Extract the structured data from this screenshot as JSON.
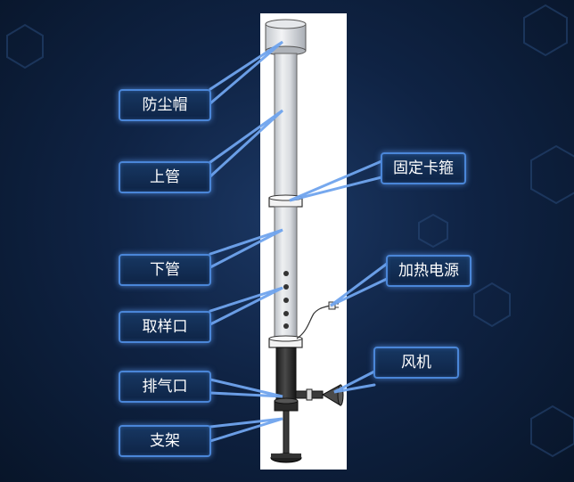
{
  "labels": {
    "dust_cap": "防尘帽",
    "upper_tube": "上管",
    "fixing_clamp": "固定卡箍",
    "lower_tube": "下管",
    "heating_power": "加热电源",
    "sampling_port": "取样口",
    "fan": "风机",
    "exhaust_port": "排气口",
    "stand": "支架"
  },
  "colors": {
    "background": "#0f2344",
    "callout_border": "#4a86d8",
    "leader_line": "#6fa4ee",
    "label_text": "#ffffff"
  }
}
